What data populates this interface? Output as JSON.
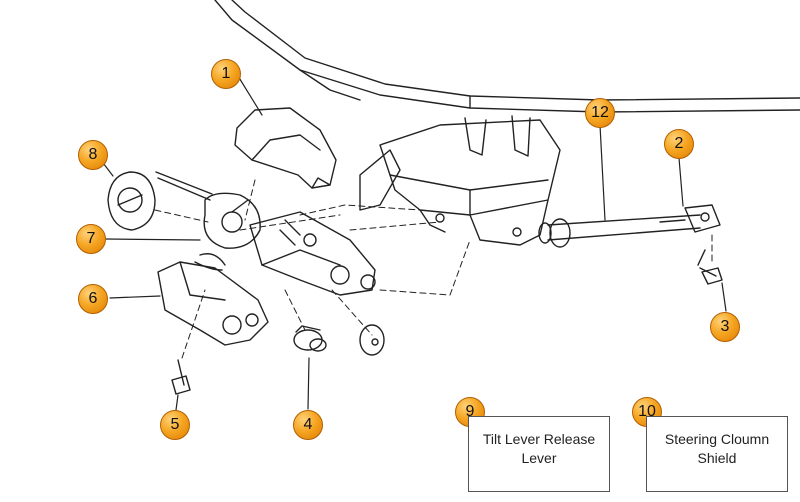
{
  "callouts": [
    {
      "id": "1",
      "label": "1"
    },
    {
      "id": "2",
      "label": "2"
    },
    {
      "id": "3",
      "label": "3"
    },
    {
      "id": "4",
      "label": "4"
    },
    {
      "id": "5",
      "label": "5"
    },
    {
      "id": "6",
      "label": "6"
    },
    {
      "id": "7",
      "label": "7"
    },
    {
      "id": "8",
      "label": "8"
    },
    {
      "id": "9",
      "label": "9"
    },
    {
      "id": "10",
      "label": "10"
    },
    {
      "id": "12",
      "label": "12"
    }
  ],
  "legend": [
    {
      "number": "9",
      "text_line1": "Tilt Lever Release",
      "text_line2": "Lever"
    },
    {
      "number": "10",
      "text_line1": "Steering Cloumn",
      "text_line2": "Shield"
    }
  ],
  "colors": {
    "callout_fill": "#f5a623",
    "line": "#222222"
  }
}
